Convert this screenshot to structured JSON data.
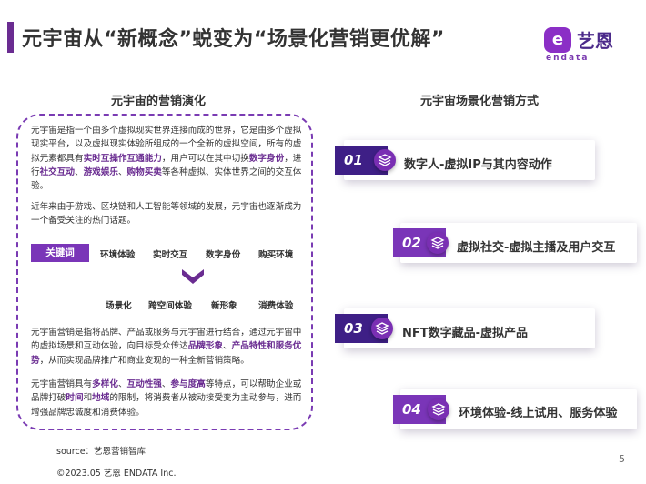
{
  "header": {
    "title": "元宇宙从“新概念”蜕变为“场景化营销更优解”",
    "logo_mark": "e",
    "logo_cn": "艺恩",
    "logo_en": "endata"
  },
  "left": {
    "section_title": "元宇宙的营销演化",
    "para1": {
      "t1": "元宇宙是指一个由多个虚拟现实世界连接而成的世界，它是由多个虚拟现实平台，以及虚拟现实体验所组成的一个全新的虚拟空间，所有的虚拟元素都具有",
      "h1": "实时互操作互通能力",
      "t2": "，用户可以在其中切换",
      "h2": "数字身份",
      "t3": "，进行",
      "h3": "社交互动",
      "t4": "、",
      "h4": "游戏娱乐",
      "t5": "、",
      "h5": "购物买卖",
      "t6": "等各种虚拟、实体世界之间的交互体验。"
    },
    "para2": "近年来由于游戏、区块链和人工智能等领域的发展，元宇宙也逐渐成为一个备受关注的热门话题。",
    "keyword_badge": "关键词",
    "keywords_top": [
      "环境体验",
      "实时交互",
      "数字身份",
      "购买环境"
    ],
    "keywords_bottom": [
      "场景化",
      "跨空间体验",
      "新形象",
      "消费体验"
    ],
    "para3": {
      "t1": "元宇宙营销是指将品牌、产品或服务与元宇宙进行结合，通过元宇宙中的虚拟场景和互动体验，向目标受众传达",
      "h1": "品牌形象",
      "t2": "、",
      "h2": "产品特性和服务优势",
      "t3": "，从而实现品牌推广和商业变现的一种全新营销策略。"
    },
    "para4": {
      "t1": "元宇宙营销具有",
      "h1": "多样化",
      "t2": "、",
      "h2": "互动性强",
      "t3": "、",
      "h3": "参与度高",
      "t4": "等特点，可以帮助企业或品牌打破",
      "h4": "时间",
      "t5": "和",
      "h5": "地域",
      "t6": "的限制，将消费者从被动接受变为主动参与，进而增强品牌忠诚度和消费体验。"
    }
  },
  "right": {
    "section_title": "元宇宙场景化营销方式",
    "items": [
      {
        "num": "01",
        "label": "数字人-虚拟IP与其内容动作"
      },
      {
        "num": "02",
        "label": "虚拟社交-虚拟主播及用户交互"
      },
      {
        "num": "03",
        "label": "NFT数字藏品-虚拟产品"
      },
      {
        "num": "04",
        "label": "环境体验-线上试用、服务体验"
      }
    ]
  },
  "footer": {
    "source": "source：艺恩营销智库",
    "copyright": "©2023.05 艺恩 ENDATA Inc.",
    "page": "5"
  },
  "colors": {
    "accent": "#6a2c91",
    "badge_dark": "#3e1f86",
    "badge_mid": "#7a35b8"
  }
}
